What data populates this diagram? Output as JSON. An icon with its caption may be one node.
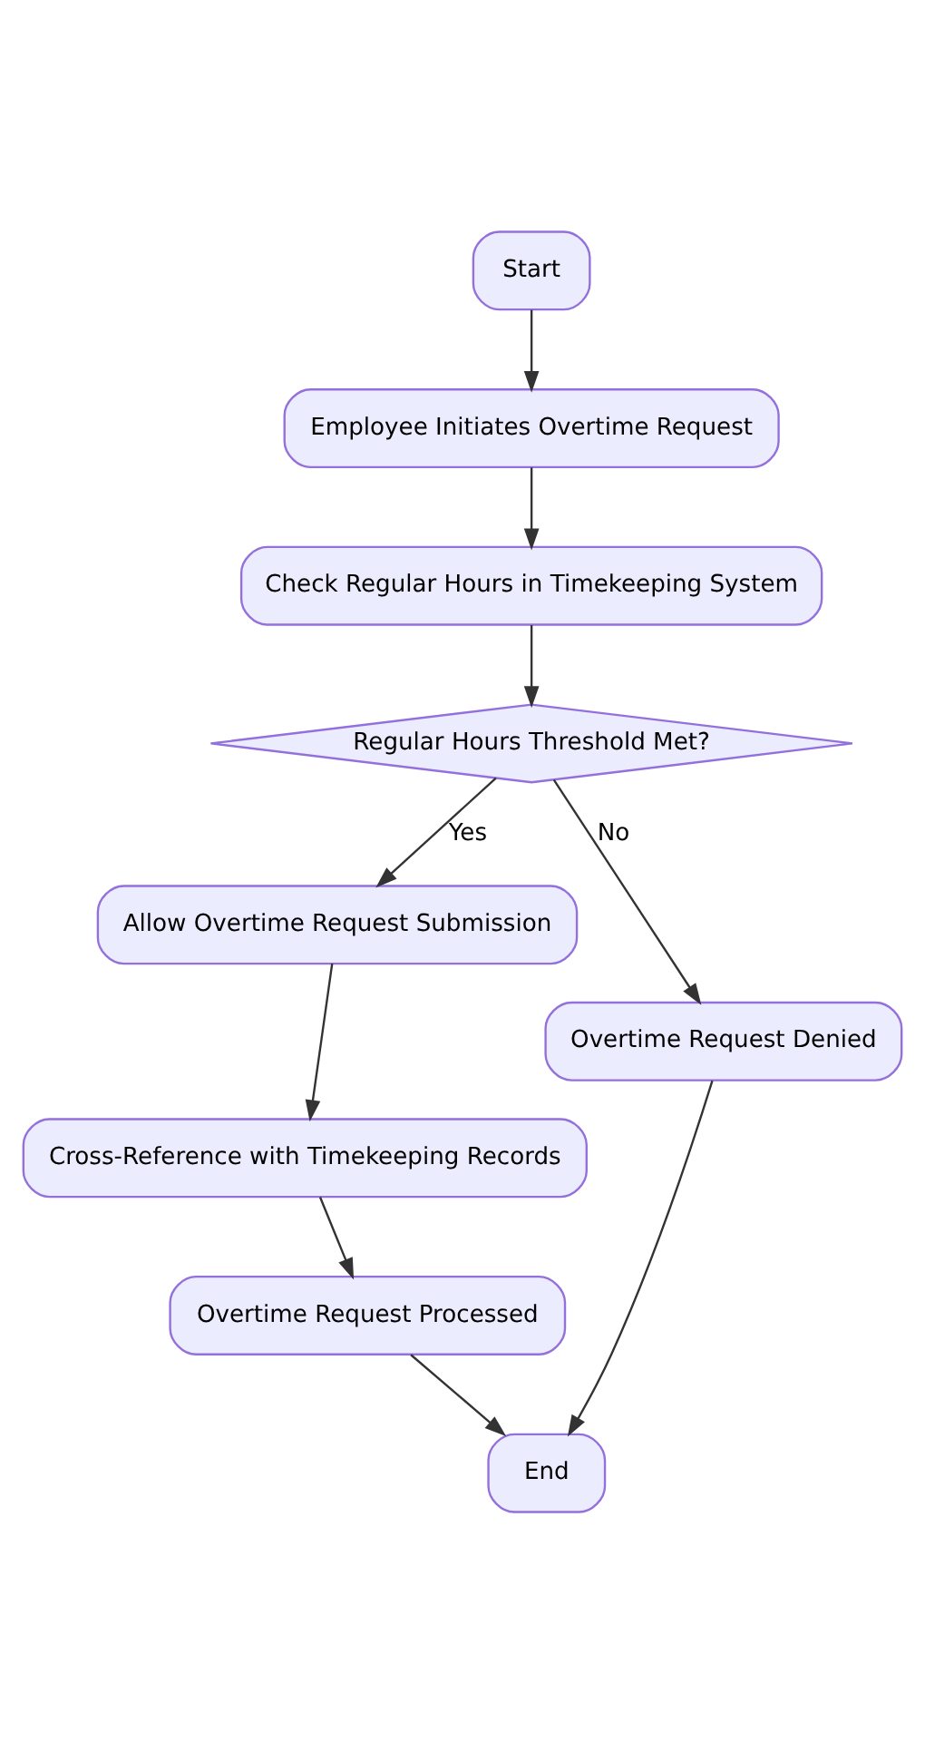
{
  "diagram": {
    "nodes": [
      {
        "text": [
          "Start"
        ]
      },
      {
        "text": [
          "Employee Initiates Overtime Request"
        ]
      },
      {
        "text": [
          "Check Regular Hours in Timekeeping System"
        ]
      },
      {
        "text": [
          "Regular Hours Threshold Met?"
        ]
      },
      {
        "text": [
          "Allow Overtime Request Submission"
        ]
      },
      {
        "text": [
          "Cross-Reference with Timekeeping Records"
        ]
      },
      {
        "text": [
          "Overtime Request Denied"
        ]
      },
      {
        "text": [
          "Overtime Request Processed"
        ]
      },
      {
        "text": [
          "End"
        ]
      }
    ],
    "edges": [
      {
        "from": 0,
        "to": 1,
        "arrow": "to"
      },
      {
        "from": 1,
        "to": 2,
        "arrow": "to"
      },
      {
        "from": 2,
        "to": 3,
        "arrow": "to"
      },
      {
        "from": 3,
        "to": 4,
        "arrow": "to",
        "label": "Yes"
      },
      {
        "from": 3,
        "to": 6,
        "arrow": "to",
        "label": "No"
      },
      {
        "from": 4,
        "to": 5,
        "arrow": "to"
      },
      {
        "from": 5,
        "to": 7,
        "arrow": "to"
      },
      {
        "from": 6,
        "to": 8,
        "arrow": "to"
      },
      {
        "from": 7,
        "to": 8,
        "arrow": "to"
      }
    ]
  }
}
